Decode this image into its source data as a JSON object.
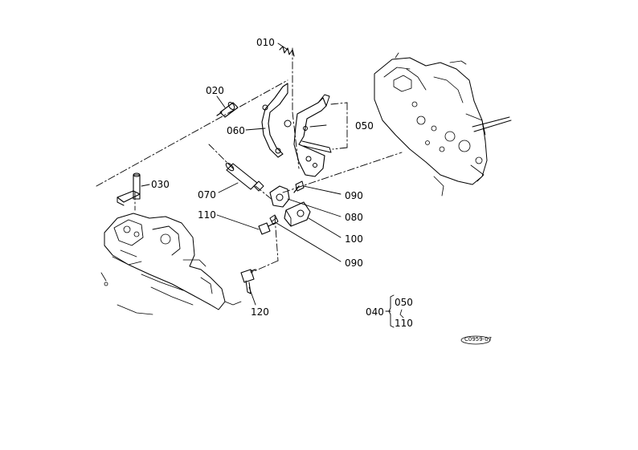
{
  "diagram": {
    "parts": [
      {
        "id": "010",
        "label": "010"
      },
      {
        "id": "020",
        "label": "020"
      },
      {
        "id": "030",
        "label": "030"
      },
      {
        "id": "050",
        "label": "050"
      },
      {
        "id": "060",
        "label": "060"
      },
      {
        "id": "070",
        "label": "070"
      },
      {
        "id": "080",
        "label": "080"
      },
      {
        "id": "090a",
        "label": "090"
      },
      {
        "id": "090b",
        "label": "090"
      },
      {
        "id": "100",
        "label": "100"
      },
      {
        "id": "110",
        "label": "110"
      },
      {
        "id": "120",
        "label": "120"
      }
    ],
    "assembly": {
      "label": "040",
      "members": [
        "050",
        "110"
      ]
    },
    "drawing_code": "C0959-07"
  }
}
